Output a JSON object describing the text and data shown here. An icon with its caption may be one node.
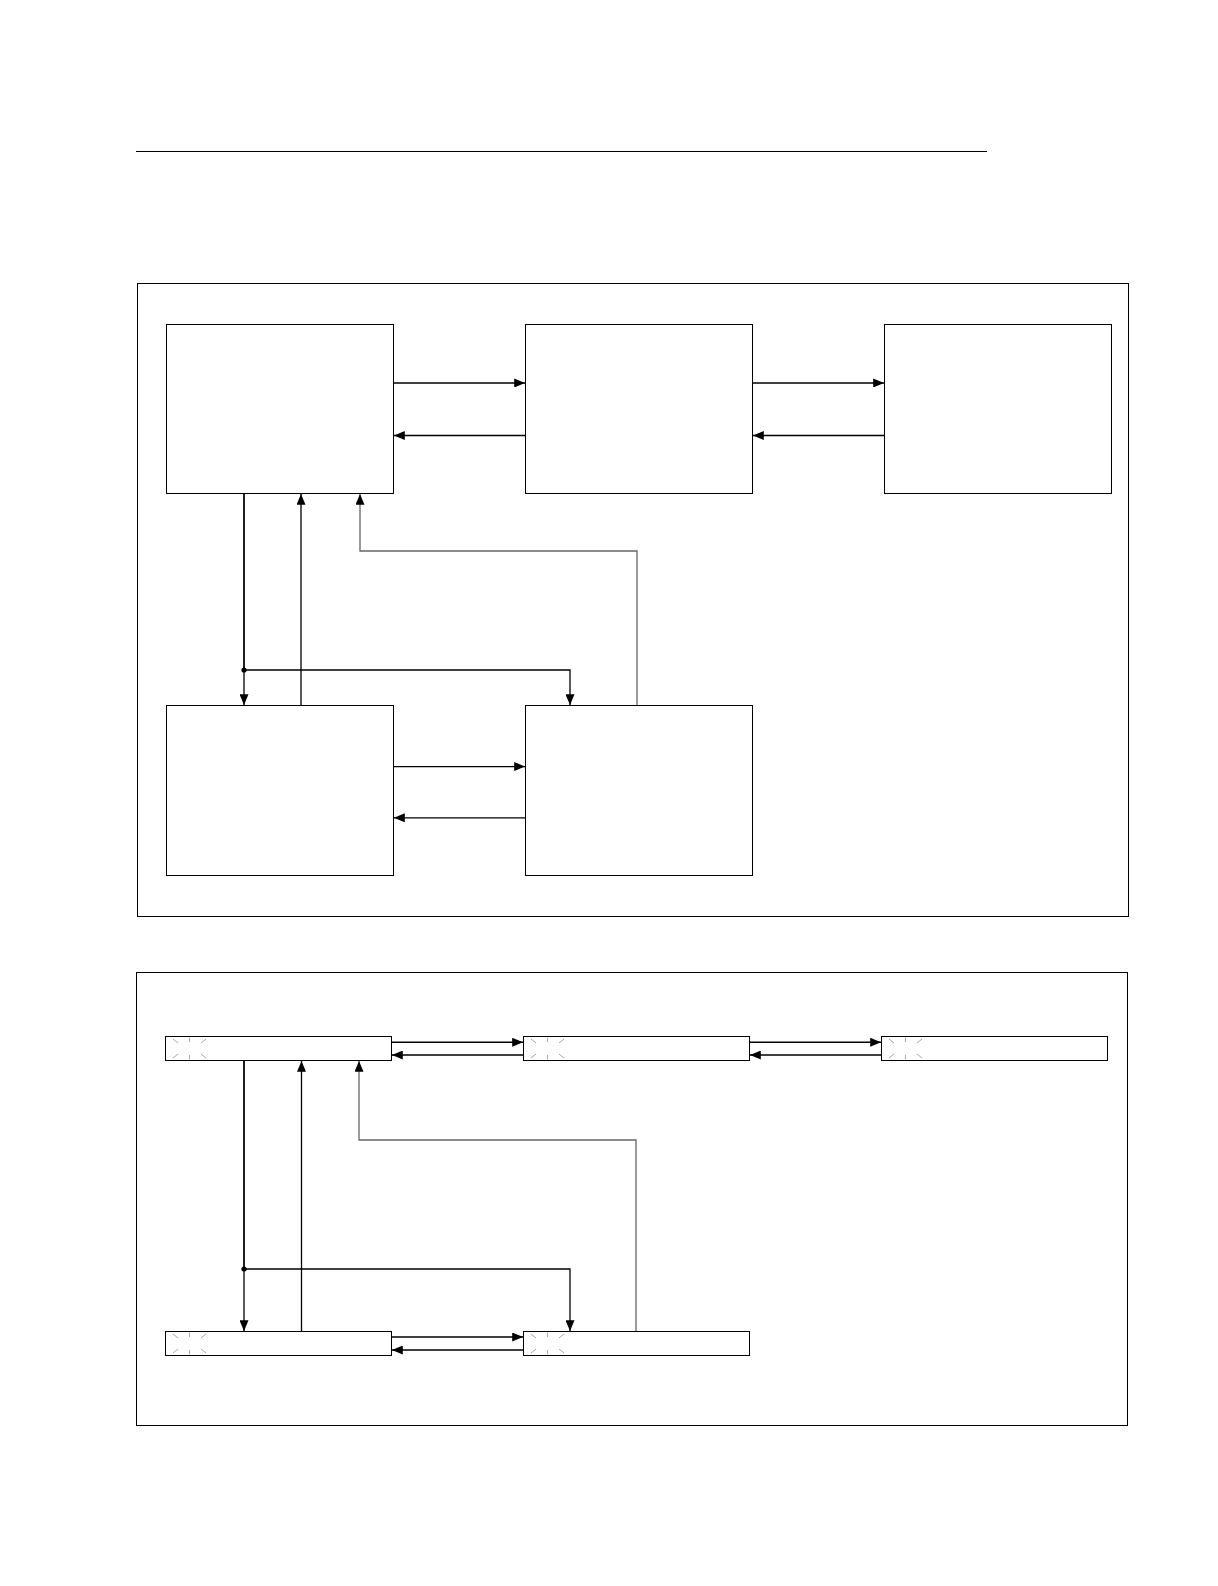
{
  "diagram": {
    "nodes": [
      {
        "text": [],
        "shape": "box"
      },
      {
        "text": [],
        "shape": "box",
        "in": 0
      },
      {
        "text": [],
        "shape": "box",
        "in": 0
      },
      {
        "text": [],
        "shape": "box",
        "in": 0
      },
      {
        "text": [],
        "shape": "box",
        "in": 0
      },
      {
        "text": [],
        "shape": "box",
        "in": 0
      },
      {
        "text": [],
        "shape": "box"
      },
      {
        "text": [],
        "shape": "box",
        "in": 6
      },
      {
        "text": [],
        "shape": "box",
        "in": 6
      },
      {
        "text": [],
        "shape": "box",
        "in": 6
      },
      {
        "text": [],
        "shape": "box",
        "in": 6
      },
      {
        "text": [],
        "shape": "box",
        "in": 6
      }
    ],
    "edges": [
      {
        "from": 1,
        "to": 2,
        "arrow": "to"
      },
      {
        "from": 2,
        "to": 1,
        "arrow": "to"
      },
      {
        "from": 2,
        "to": 3,
        "arrow": "to"
      },
      {
        "from": 3,
        "to": 2,
        "arrow": "to"
      },
      {
        "from": 1,
        "to": 4,
        "arrow": "to"
      },
      {
        "from": 1,
        "to": 5,
        "arrow": "to"
      },
      {
        "from": 4,
        "to": 1,
        "arrow": "to"
      },
      {
        "from": 5,
        "to": 1,
        "arrow": "to",
        "color": "#666666"
      },
      {
        "from": 4,
        "to": 5,
        "arrow": "to"
      },
      {
        "from": 5,
        "to": 4,
        "arrow": "to"
      },
      {
        "from": 7,
        "to": 8,
        "arrow": "to"
      },
      {
        "from": 8,
        "to": 7,
        "arrow": "to"
      },
      {
        "from": 8,
        "to": 9,
        "arrow": "to"
      },
      {
        "from": 9,
        "to": 8,
        "arrow": "to"
      },
      {
        "from": 7,
        "to": 10,
        "arrow": "to"
      },
      {
        "from": 7,
        "to": 11,
        "arrow": "to"
      },
      {
        "from": 10,
        "to": 7,
        "arrow": "to"
      },
      {
        "from": 11,
        "to": 7,
        "arrow": "to",
        "color": "#666666"
      },
      {
        "from": 10,
        "to": 11,
        "arrow": "to"
      },
      {
        "from": 11,
        "to": 10,
        "arrow": "to"
      }
    ]
  }
}
